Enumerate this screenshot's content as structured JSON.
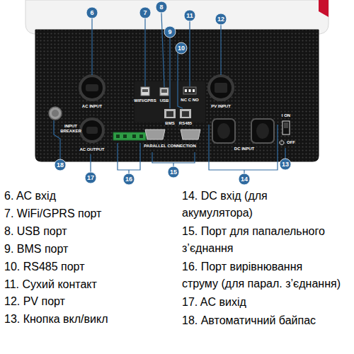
{
  "diagram": {
    "labels": [
      "6",
      "7",
      "8",
      "11",
      "12",
      "9",
      "10",
      "AC INPUT",
      "WIFI/GPRS",
      "USB",
      "NC C NO",
      "PV INPUT",
      "I ON",
      "BMS",
      "RS485",
      "INPUT BREAKER",
      "AC OUTPUT",
      "PARALLEL CONNECTION",
      "DC INPUT",
      "OFF",
      "13",
      "18",
      "17",
      "15",
      "16",
      "14",
      "6. AC вхід",
      "7. WiFi/GPRS порт",
      "8. USB порт",
      "9. BMS порт",
      "10. RS485 порт",
      "11. Сухий контакт",
      "12. PV порт",
      "13. Кнопка вкл/викл",
      "14. DC вхід (для акумулятора)",
      "15. Порт для папалельного з’єднання",
      "16. Порт вирівнювання струму (для парал. з’єднання)",
      "17. AC вихід",
      "18. Автоматичний байпас"
    ]
  }
}
